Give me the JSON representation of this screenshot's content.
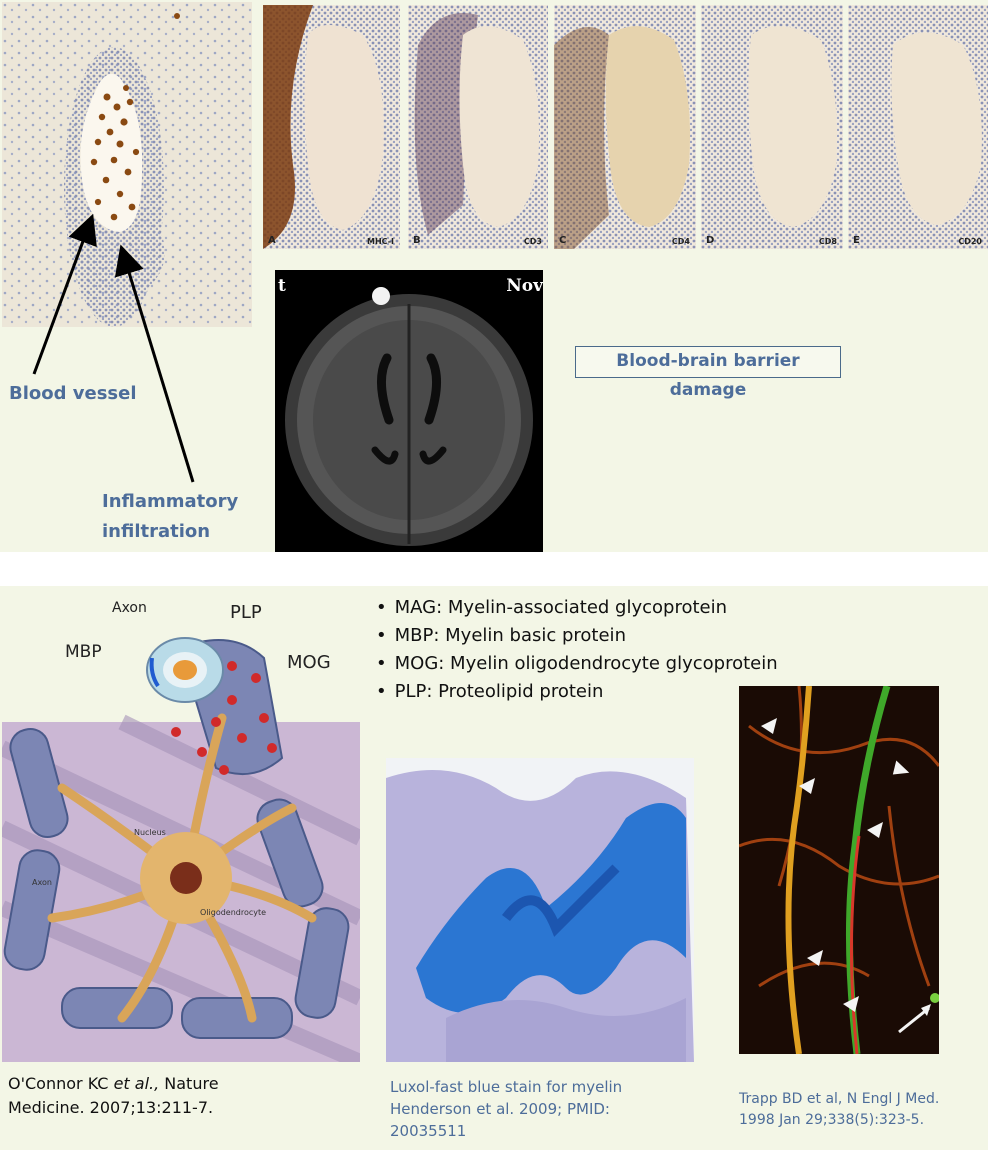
{
  "top": {
    "labels": {
      "blood_vessel": "Blood vessel",
      "inflammatory_line1": "Inflammatory",
      "inflammatory_line2": "infiltration",
      "bbb_damage": "Blood-brain barrier damage"
    },
    "panels": [
      {
        "letter": "A",
        "marker": "MHC-I"
      },
      {
        "letter": "B",
        "marker": "CD3"
      },
      {
        "letter": "C",
        "marker": "CD4"
      },
      {
        "letter": "D",
        "marker": "CD8"
      },
      {
        "letter": "E",
        "marker": "CD20"
      }
    ],
    "mri": {
      "corner_left": "t",
      "corner_right": "Nov"
    }
  },
  "bottom": {
    "diagram_labels": {
      "axon": "Axon",
      "plp": "PLP",
      "mbp": "MBP",
      "mog": "MOG",
      "nucleus": "Nucleus",
      "axon_small": "Axon",
      "oligodendrocyte": "Oligodendrocyte"
    },
    "bullets": [
      "MAG: Myelin-associated glycoprotein",
      "MBP: Myelin basic protein",
      "MOG: Myelin oligodendrocyte glycoprotein",
      "PLP: Proteolipid protein"
    ],
    "captions": {
      "oconnor_line1_prefix": "O'Connor KC ",
      "oconnor_etal": "et al.,",
      "oconnor_line1_suffix": " Nature",
      "oconnor_line2": "Medicine. 2007;13:211-7.",
      "luxol_line1": "Luxol-fast blue stain for myelin",
      "luxol_line2": "Henderson et al. 2009; PMID:",
      "luxol_line3": "20035511",
      "trapp_line1": "Trapp BD et al, N Engl J Med.",
      "trapp_line2": "1998 Jan 29;338(5):323-5."
    }
  },
  "colors": {
    "panel_bg": "#f3f6e6",
    "label_blue": "#4d6d9a",
    "lfb_blue": "#2b76d2",
    "stain_brown": "#8a4a12"
  }
}
